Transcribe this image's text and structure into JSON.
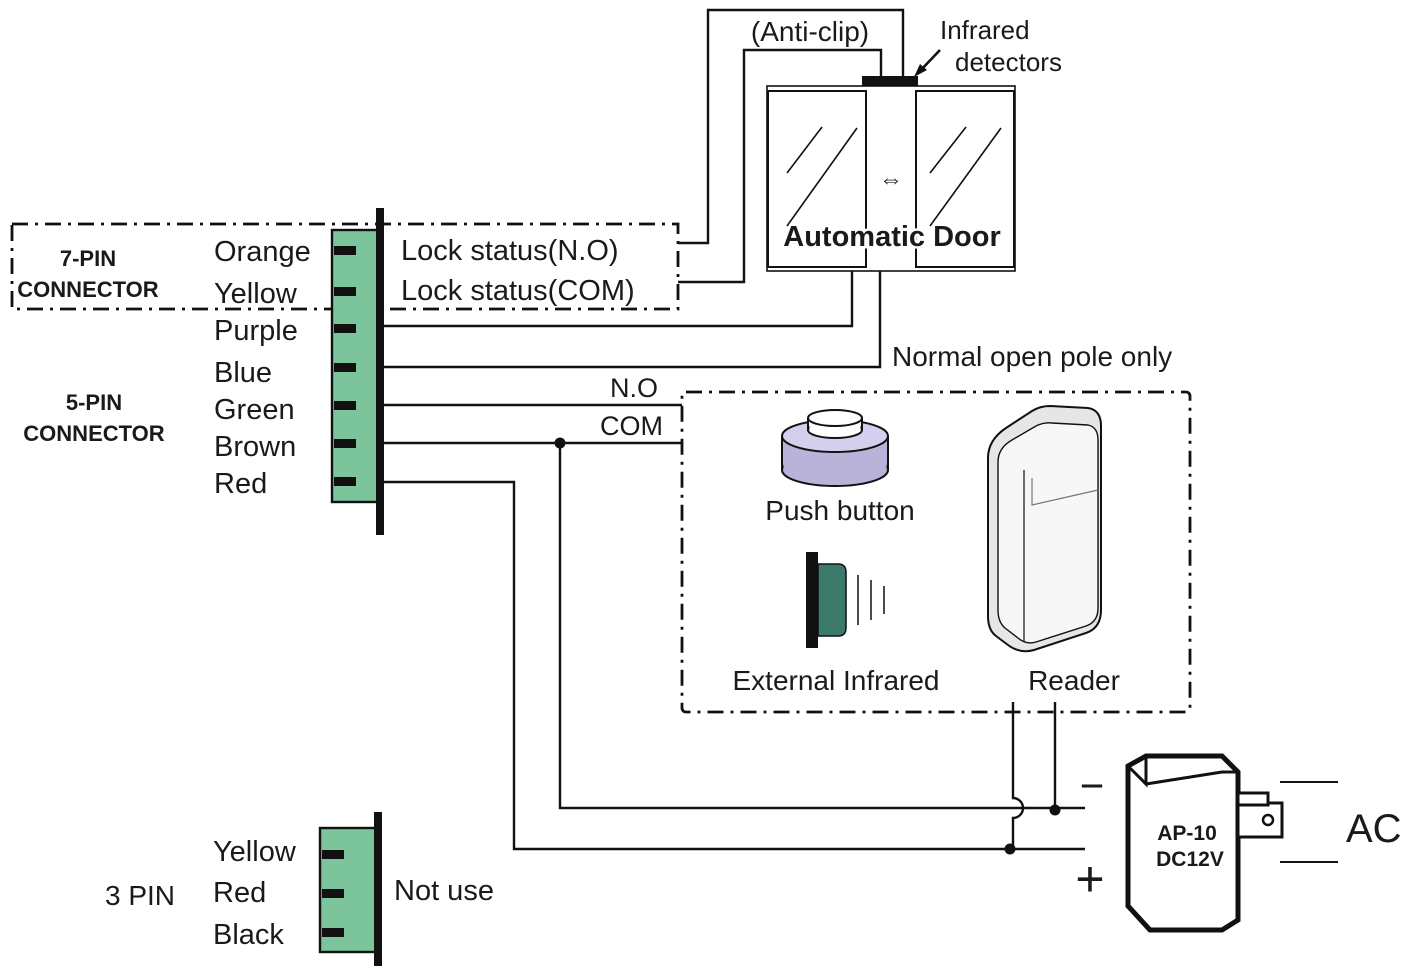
{
  "connectors": {
    "seven_pin": {
      "title_line1": "7-PIN",
      "title_line2": "CONNECTOR",
      "wires": [
        "Orange",
        "Yellow"
      ]
    },
    "five_pin": {
      "title_line1": "5-PIN",
      "title_line2": "CONNECTOR",
      "wires": [
        "Purple",
        "Blue",
        "Green",
        "Brown",
        "Red"
      ]
    },
    "three_pin": {
      "title": "3 PIN",
      "wires": [
        "Yellow",
        "Red",
        "Black"
      ],
      "note": "Not use"
    }
  },
  "lock_status": {
    "no": "Lock status(N.O)",
    "com": "Lock status(COM)"
  },
  "door": {
    "label": "Automatic Door",
    "anti_clip": "(Anti-clip)",
    "infrared_line1": "Infrared",
    "infrared_line2": "detectors",
    "arrow_symbol": "⇔"
  },
  "normal_open": "Normal open pole only",
  "switch": {
    "no": "N.O",
    "com": "COM"
  },
  "devices": {
    "push_button": "Push button",
    "external_infrared": "External Infrared",
    "reader": "Reader"
  },
  "power": {
    "model": "AP-10",
    "voltage": "DC12V",
    "ac": "AC",
    "minus": "−",
    "plus": "+"
  },
  "colors": {
    "connector_green": "#7cc49c",
    "line": "#111111",
    "button_purple": "#b9b3d9",
    "infrared_green": "#3b7a6a"
  }
}
